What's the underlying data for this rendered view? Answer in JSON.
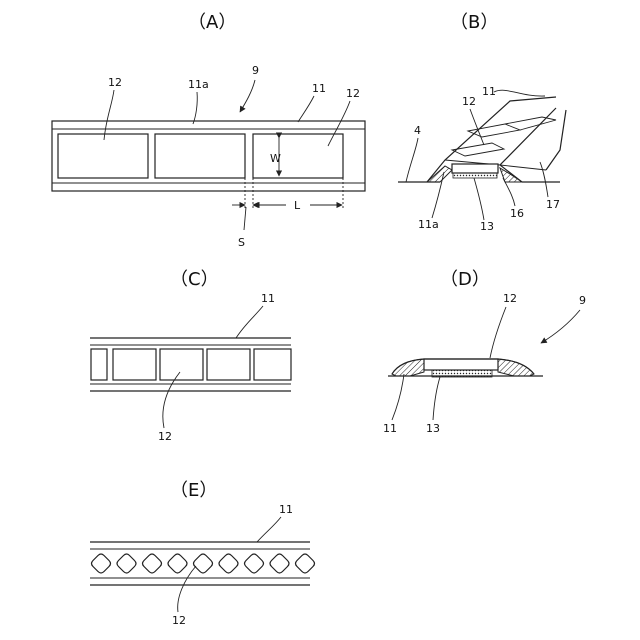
{
  "panels": {
    "A": {
      "title": "（A）",
      "labels": {
        "ref_9": "9",
        "ref_11a": "11a",
        "ref_11": "11",
        "ref_12_left": "12",
        "ref_12_right": "12",
        "dim_w": "W",
        "dim_l": "L",
        "dim_s": "S"
      }
    },
    "B": {
      "title": "（B）",
      "labels": {
        "ref_4": "4",
        "ref_11": "11",
        "ref_12": "12",
        "ref_11a": "11a",
        "ref_13": "13",
        "ref_16": "16",
        "ref_17": "17"
      }
    },
    "C": {
      "title": "（C）",
      "labels": {
        "ref_11": "11",
        "ref_12": "12"
      }
    },
    "D": {
      "title": "（D）",
      "labels": {
        "ref_12": "12",
        "ref_9": "9",
        "ref_11": "11",
        "ref_13": "13"
      }
    },
    "E": {
      "title": "（E）",
      "labels": {
        "ref_11": "11",
        "ref_12": "12"
      }
    }
  }
}
